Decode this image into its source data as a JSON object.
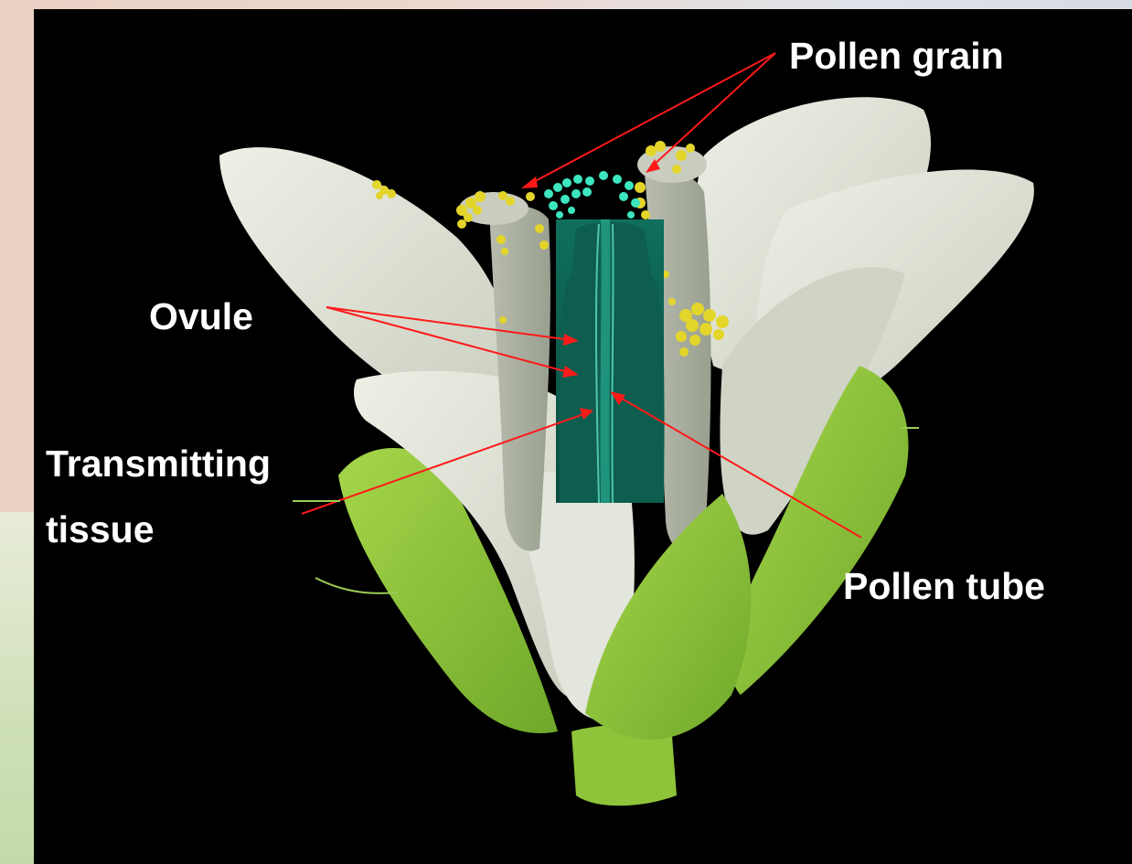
{
  "labels": {
    "pollen_grain": "Pollen grain",
    "ovule": "Ovule",
    "transmitting": "Transmitting",
    "tissue": "tissue",
    "pollen_tube": "Pollen tube"
  },
  "colors": {
    "background": "#000000",
    "petal": "#dfe3d6",
    "sepal": "#8fc43a",
    "pollen": "#e3d52a",
    "pistil_stain": "#0f7a64",
    "arrow": "#ff1a1a",
    "label_text": "#ffffff"
  }
}
